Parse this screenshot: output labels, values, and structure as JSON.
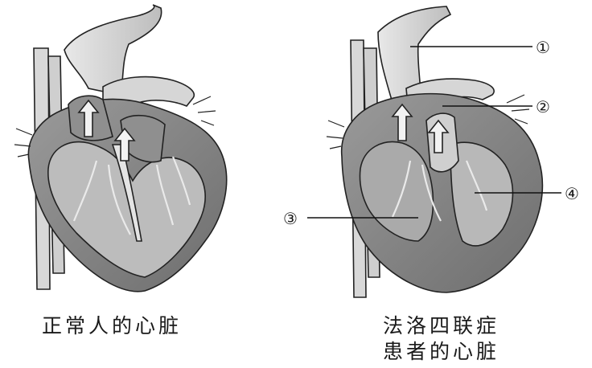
{
  "captions": {
    "left": "正常人的心脏",
    "right_line1": "法洛四联症",
    "right_line2": "患者的心脏"
  },
  "markers": {
    "m1": "①",
    "m2": "②",
    "m3": "③",
    "m4": "④"
  }
}
